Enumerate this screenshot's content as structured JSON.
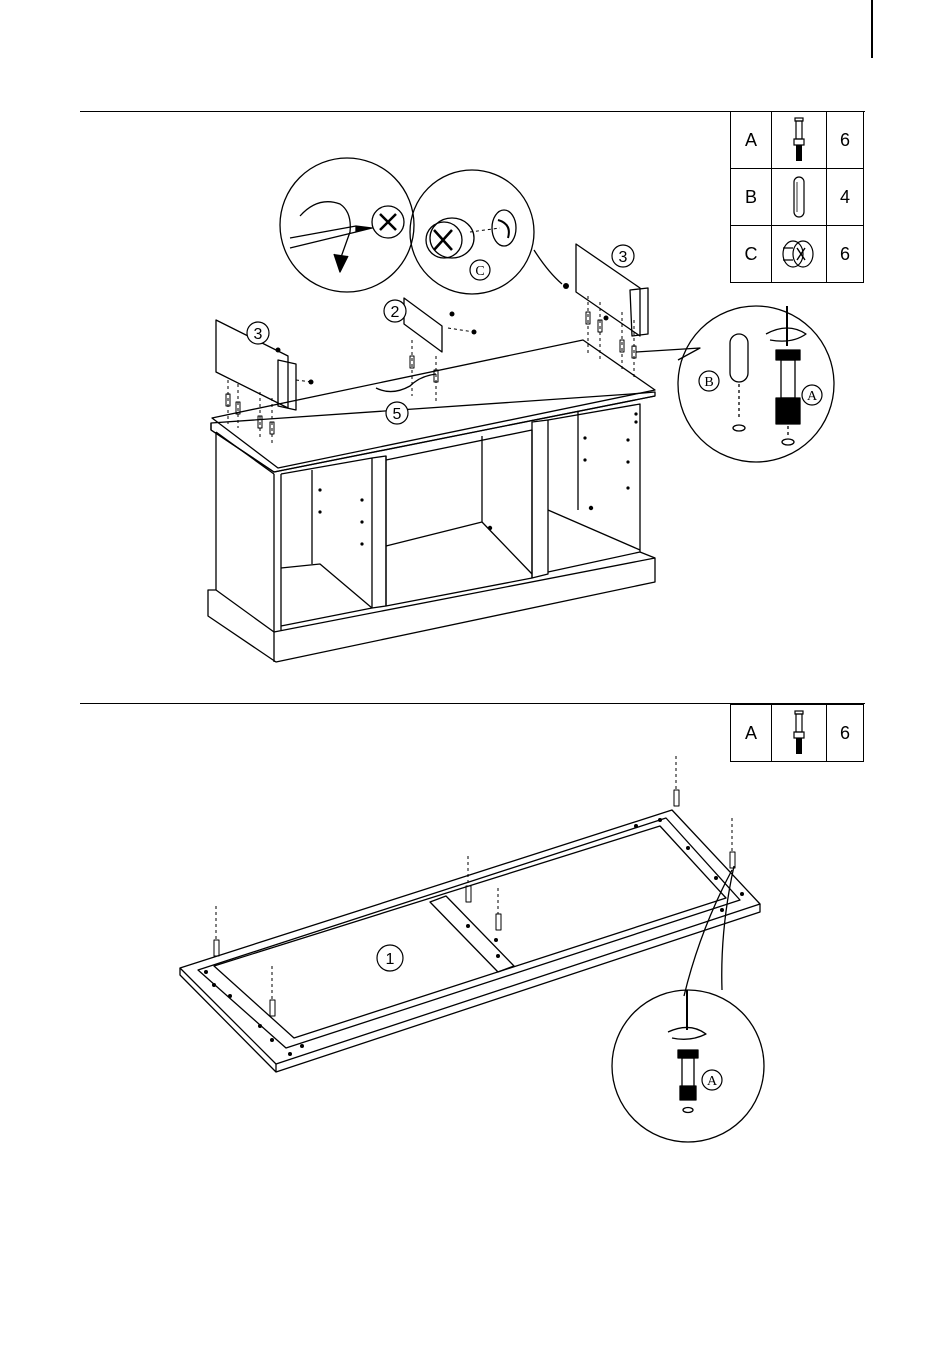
{
  "step1": {
    "parts": [
      {
        "letter": "A",
        "icon": "cam-bolt-icon",
        "qty": "6"
      },
      {
        "letter": "B",
        "icon": "wood-dowel-icon",
        "qty": "4"
      },
      {
        "letter": "C",
        "icon": "cam-lock-icon",
        "qty": "6"
      }
    ],
    "callouts": {
      "panel_left": "3",
      "panel_right": "3",
      "panel_middle": "2",
      "top_board": "5",
      "detail_cam": "C",
      "detail_dowel": "B",
      "detail_bolt": "A"
    }
  },
  "step2": {
    "parts": [
      {
        "letter": "A",
        "icon": "cam-bolt-icon",
        "qty": "6"
      }
    ],
    "callouts": {
      "base_frame": "1",
      "detail_bolt": "A"
    }
  }
}
